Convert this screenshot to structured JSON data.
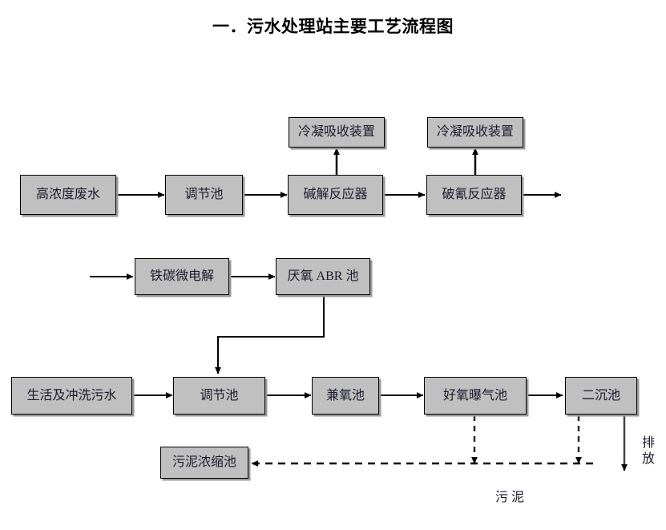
{
  "page": {
    "title": "一．污水处理站主要工艺流程图",
    "background_color": "#ffffff",
    "box_fill_color": "#c0c0c0",
    "box_border_color": "#000000",
    "line_color": "#000000",
    "text_color": "#1a1a2e"
  },
  "nodes": {
    "high_concentration_wastewater": "高浓度废水",
    "regulating_tank_top": "调节池",
    "alkaline_hydrolysis_reactor": "碱解反应器",
    "cyanide_breaking_reactor": "破氰反应器",
    "condensation_absorption_unit_1": "冷凝吸收装置",
    "condensation_absorption_unit_2": "冷凝吸收装置",
    "iron_carbon_microelectrolysis": "铁碳微电解",
    "anaerobic_abr_tank": "厌氧 ABR 池",
    "domestic_and_flushing_sewage": "生活及冲洗污水",
    "regulating_tank_bottom": "调节池",
    "facultative_tank": "兼氧池",
    "aerobic_aeration_tank": "好氧曝气池",
    "secondary_sedimentation_tank": "二沉池",
    "sludge_thickening_tank": "污泥浓缩池"
  },
  "labels": {
    "sludge": "污  泥",
    "discharge": "排放"
  }
}
